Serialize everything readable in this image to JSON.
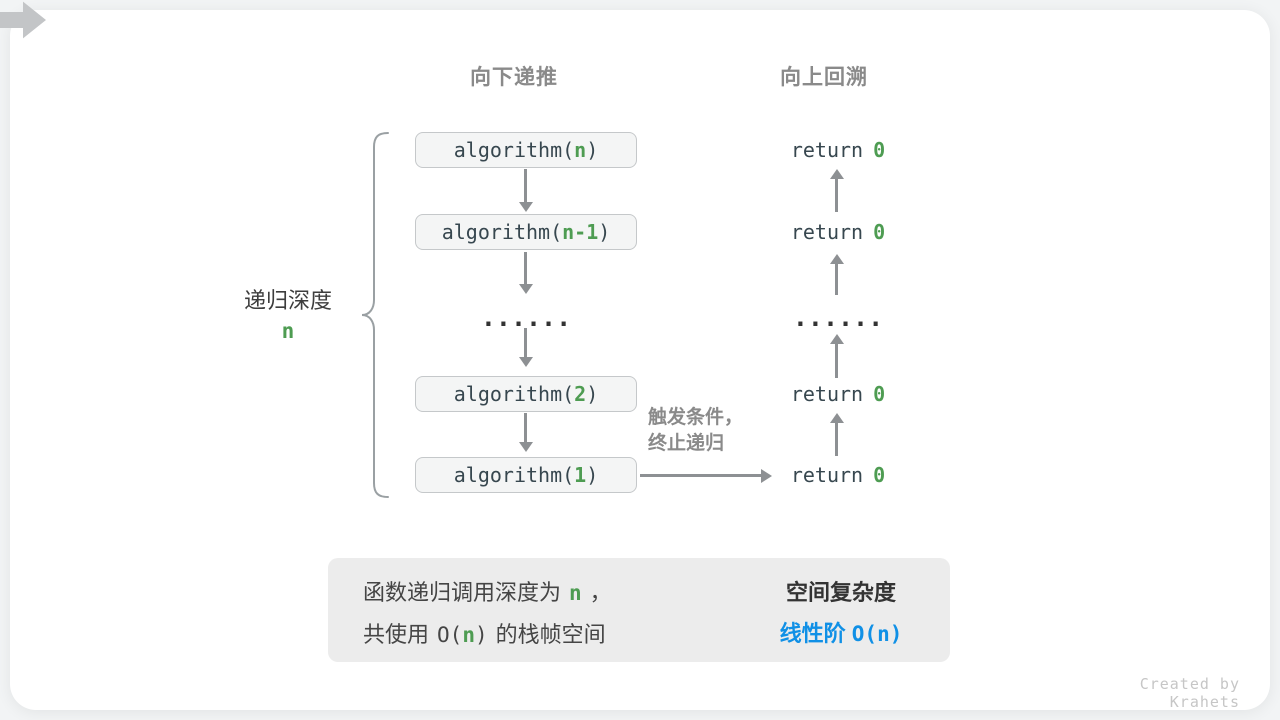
{
  "colors": {
    "green": "#4e9c52",
    "blue": "#1090e6",
    "code": "#37474f",
    "muted": "#8a8a8a",
    "arrow": "#8d9093",
    "box-bg": "#f4f5f5",
    "box-border": "#c5c8ca",
    "summary-bg": "#ececec",
    "text": "#454545",
    "dark": "#333333",
    "watermark": "#c6c6c6",
    "brace": "#9aa0a3",
    "implies": "#c3c5c7"
  },
  "headers": {
    "downward": "向下递推",
    "upward": "向上回溯"
  },
  "depth": {
    "label": "递归深度",
    "value": "n"
  },
  "calls": [
    {
      "fn": "algorithm(",
      "arg": "n",
      "close": ")"
    },
    {
      "fn": "algorithm(",
      "arg": "n-1",
      "close": ")"
    },
    {
      "fn": "algorithm(",
      "arg": "2",
      "close": ")"
    },
    {
      "fn": "algorithm(",
      "arg": "1",
      "close": ")"
    }
  ],
  "returns": {
    "keyword": "return",
    "value": "0"
  },
  "ellipsis": "......",
  "base_case_note": {
    "line1": "触发条件，",
    "line2": "终止递归"
  },
  "summary": {
    "desc_line1": {
      "pre": "函数递归调用深度为",
      "var": "n",
      "post": "，"
    },
    "desc_line2": {
      "pre": "共使用",
      "o_open": "O(",
      "var": "n",
      "o_close": ")",
      "post": "的栈帧空间"
    },
    "title": "空间复杂度",
    "conclusion": {
      "label": "线性阶",
      "notation": "O(n)"
    }
  },
  "watermark": "Created by Krahets"
}
